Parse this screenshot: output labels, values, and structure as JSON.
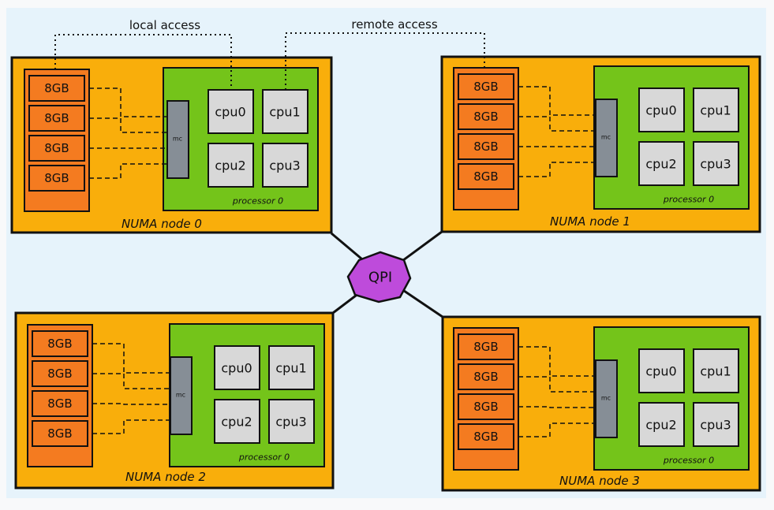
{
  "colors": {
    "background": "#e6f3fb",
    "outer": "#f8f9fa",
    "node_fill": "#f9ae0b",
    "dimm_fill": "#f47b20",
    "processor_fill": "#74c41a",
    "cpu_fill": "#d8d8d8",
    "mc_fill": "#868e96",
    "qpi_fill": "#be4bdb",
    "stroke": "#111111"
  },
  "annotations": {
    "local": "local access",
    "remote": "remote access"
  },
  "interconnect": {
    "label": "QPI"
  },
  "nodes": [
    {
      "label": "NUMA node 0",
      "processor_label": "processor 0",
      "mc_label": "mc",
      "dimms": [
        "8GB",
        "8GB",
        "8GB",
        "8GB"
      ],
      "cpus": [
        "cpu0",
        "cpu1",
        "cpu2",
        "cpu3"
      ]
    },
    {
      "label": "NUMA node 1",
      "processor_label": "processor 0",
      "mc_label": "mc",
      "dimms": [
        "8GB",
        "8GB",
        "8GB",
        "8GB"
      ],
      "cpus": [
        "cpu0",
        "cpu1",
        "cpu2",
        "cpu3"
      ]
    },
    {
      "label": "NUMA node 2",
      "processor_label": "processor 0",
      "mc_label": "mc",
      "dimms": [
        "8GB",
        "8GB",
        "8GB",
        "8GB"
      ],
      "cpus": [
        "cpu0",
        "cpu1",
        "cpu2",
        "cpu3"
      ]
    },
    {
      "label": "NUMA node 3",
      "processor_label": "processor 0",
      "mc_label": "mc",
      "dimms": [
        "8GB",
        "8GB",
        "8GB",
        "8GB"
      ],
      "cpus": [
        "cpu0",
        "cpu1",
        "cpu2",
        "cpu3"
      ]
    }
  ]
}
